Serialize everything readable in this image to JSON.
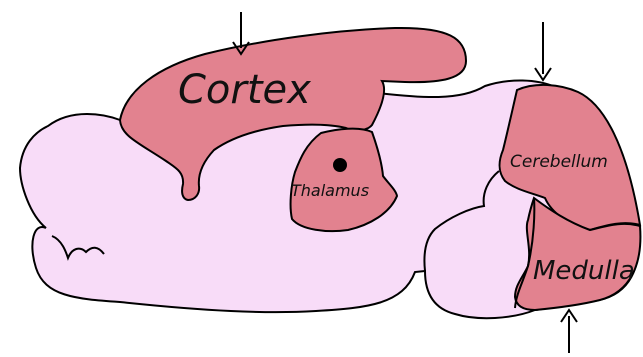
{
  "diagram": {
    "labels": {
      "cortex": "Cortex",
      "thalamus": "Thalamus",
      "cerebellum": "Cerebellum",
      "medulla": "Medulla"
    },
    "colors": {
      "brain_base": "#f8dcf8",
      "highlight_region": "#e2828f",
      "outline": "#000000",
      "background": "#ffffff"
    }
  }
}
